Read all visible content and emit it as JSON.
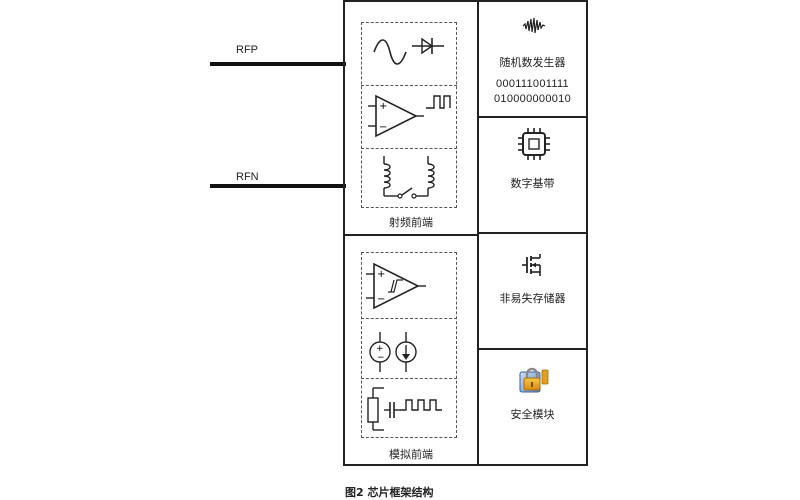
{
  "pins": {
    "rfp": "RFP",
    "rfn": "RFN"
  },
  "rf_frontend": {
    "label": "射频前端"
  },
  "analog_frontend": {
    "label": "模拟前端"
  },
  "rng": {
    "label": "随机数发生器",
    "bits_line1": "000111001111",
    "bits_line2": "010000000010",
    "icon": "noise-waveform-icon"
  },
  "baseband": {
    "label": "数字基带",
    "icon": "chip-icon"
  },
  "nvm": {
    "label": "非易失存储器",
    "icon": "mosfet-icon"
  },
  "security": {
    "label": "安全模块",
    "icon": "padlock-icon",
    "icon_color": "#e0a020"
  },
  "caption": "图2 芯片框架结构"
}
